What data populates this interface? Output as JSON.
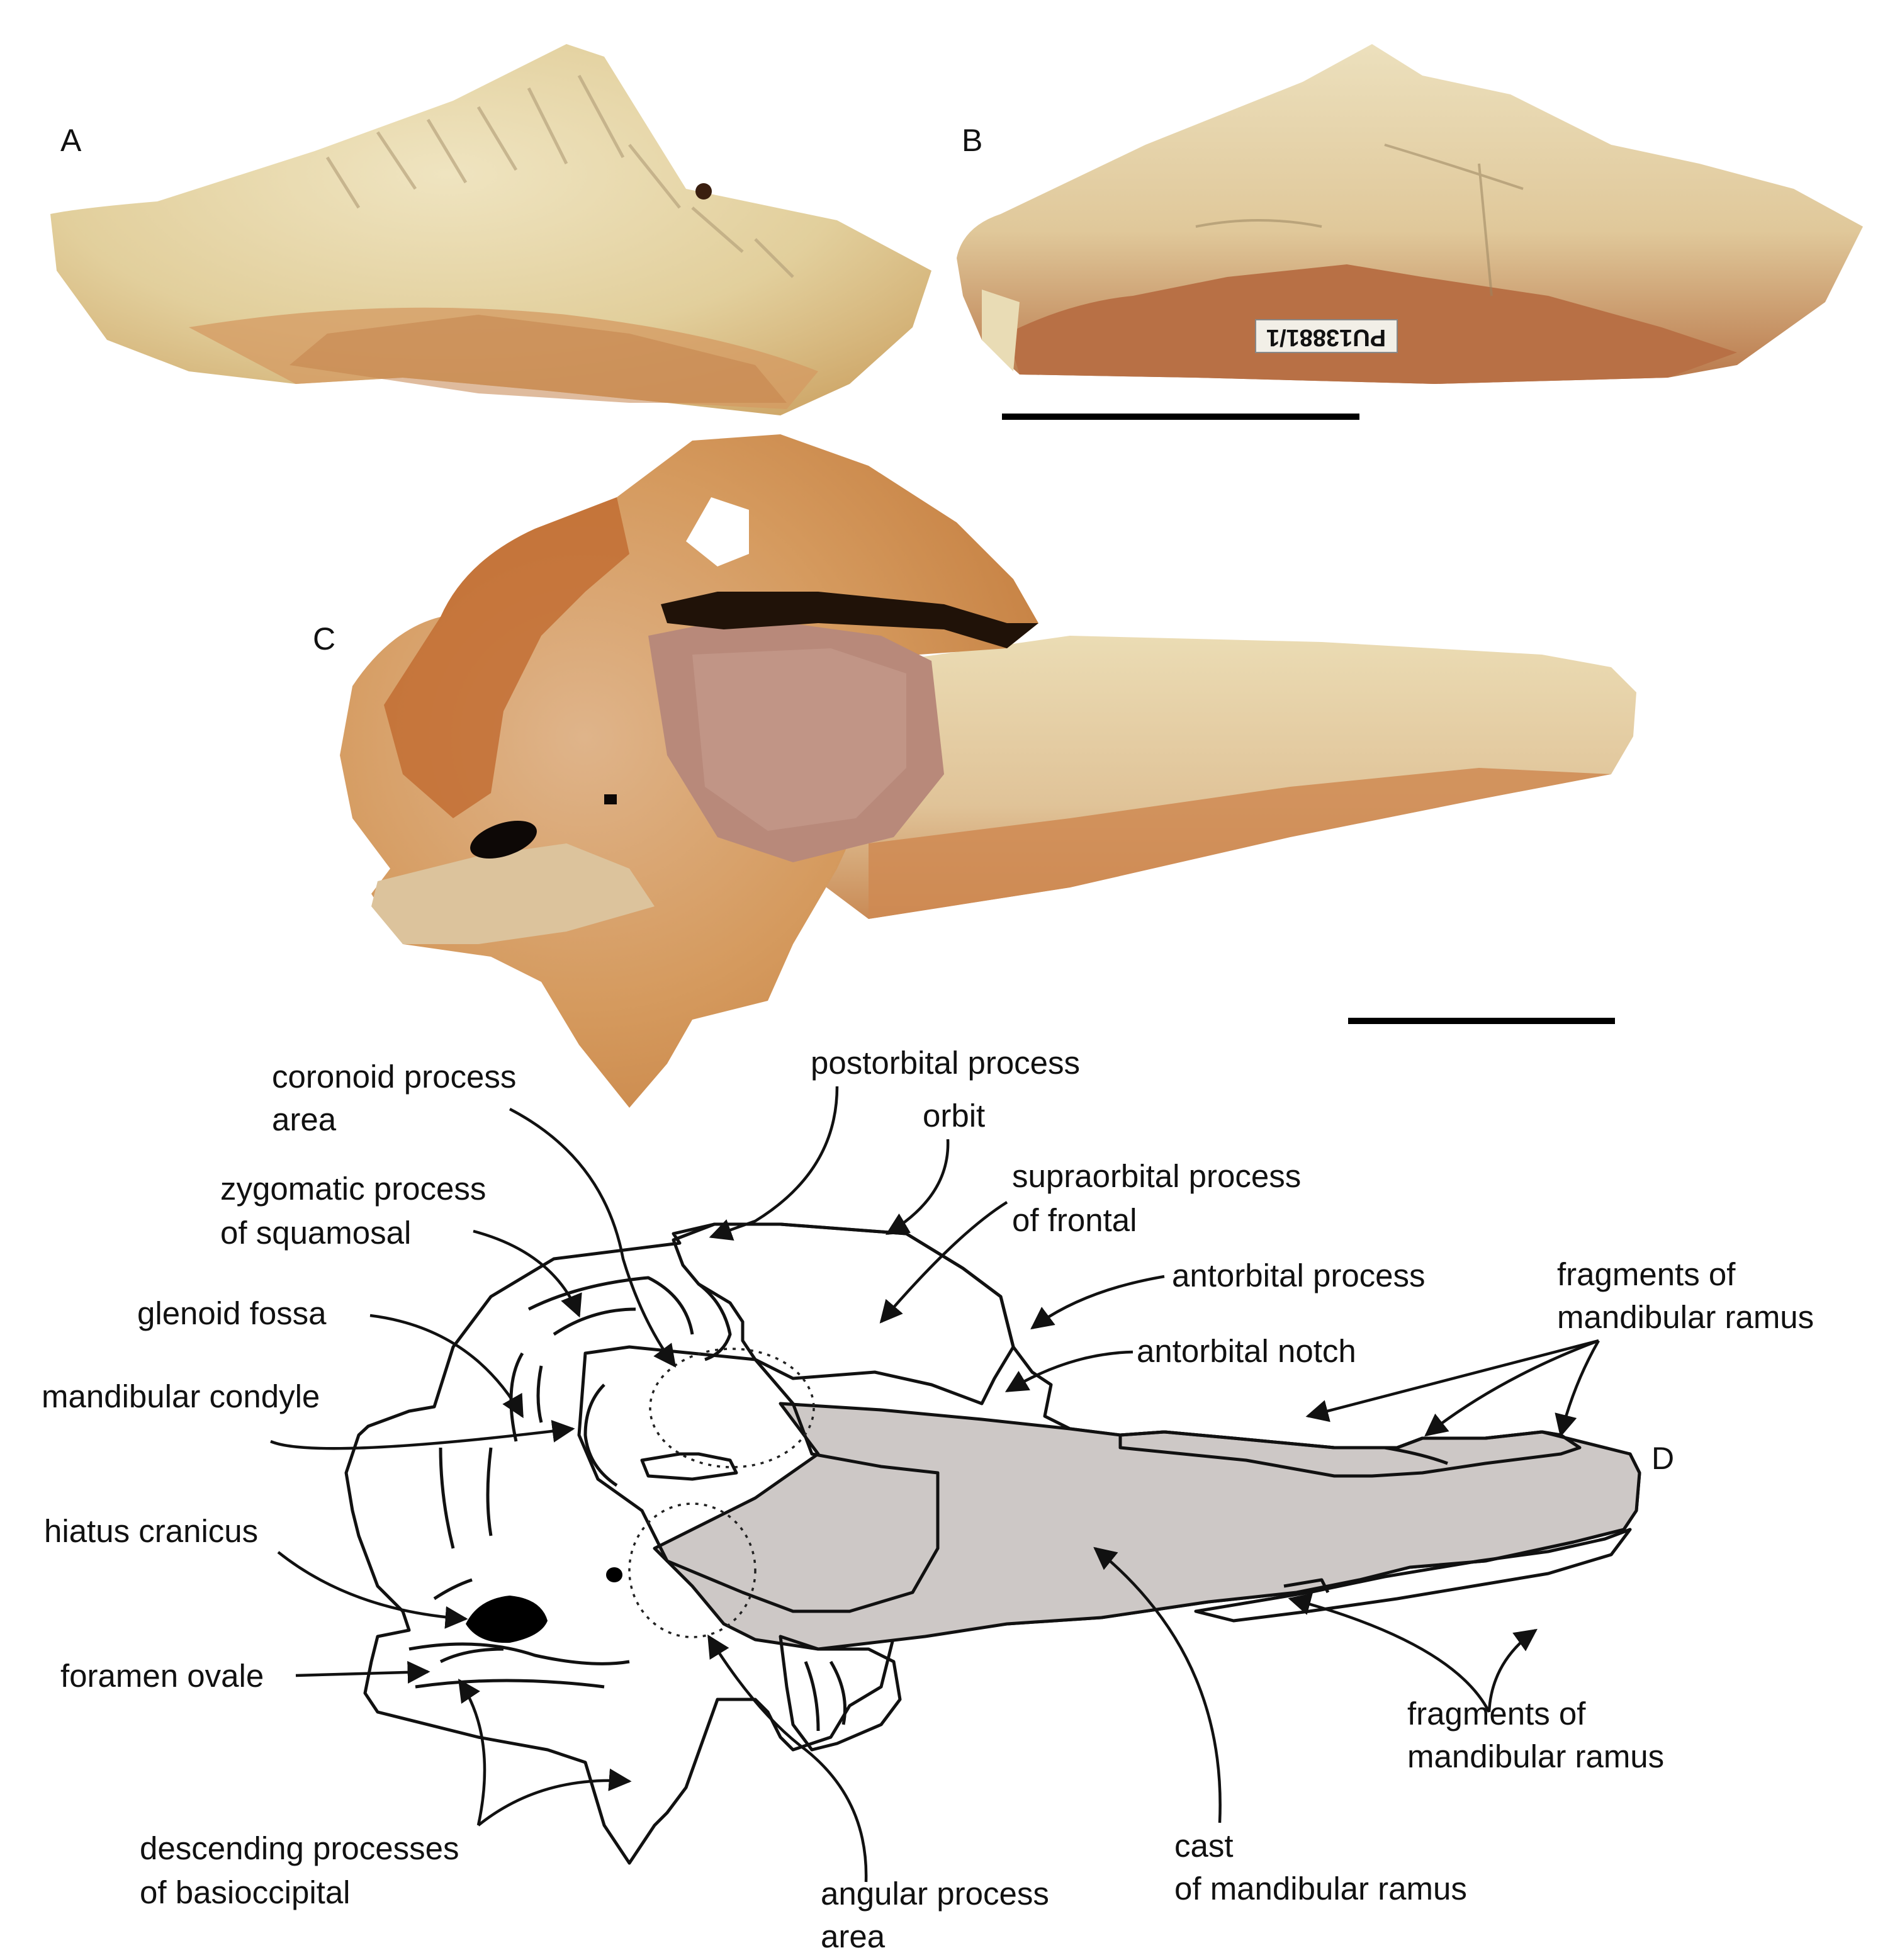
{
  "panels": {
    "a": "A",
    "b": "B",
    "c": "C",
    "d": "D"
  },
  "specimen_tag": "PU13881/1",
  "colors": {
    "bone_fill": "#dcaa72",
    "cast_fill": "#cdc8c6",
    "rock_light": "#e9dcb3",
    "rock_orange": "#c9783c",
    "outline": "#111111"
  },
  "labels": {
    "coronoid_process_area": [
      "coronoid process",
      "area"
    ],
    "postorbital_process": [
      "postorbital process"
    ],
    "orbit": [
      "orbit"
    ],
    "zygomatic_process": [
      "zygomatic process",
      "of squamosal"
    ],
    "supraorbital_process": [
      "supraorbital process",
      "of frontal"
    ],
    "antorbital_process": [
      "antorbital process"
    ],
    "fragments_top": [
      "fragments of",
      "mandibular ramus"
    ],
    "glenoid_fossa": [
      "glenoid fossa"
    ],
    "antorbital_notch": [
      "antorbital notch"
    ],
    "mandibular_condyle": [
      "mandibular condyle"
    ],
    "hiatus_cranicus": [
      "hiatus cranicus"
    ],
    "foramen_ovale": [
      "foramen ovale"
    ],
    "fragments_bottom": [
      "fragments of",
      "mandibular ramus"
    ],
    "descending_processes": [
      "descending processes",
      "of basioccipital"
    ],
    "cast_mandibular_ramus": [
      "cast",
      "of mandibular ramus"
    ],
    "angular_process_area": [
      "angular process",
      "area"
    ]
  }
}
